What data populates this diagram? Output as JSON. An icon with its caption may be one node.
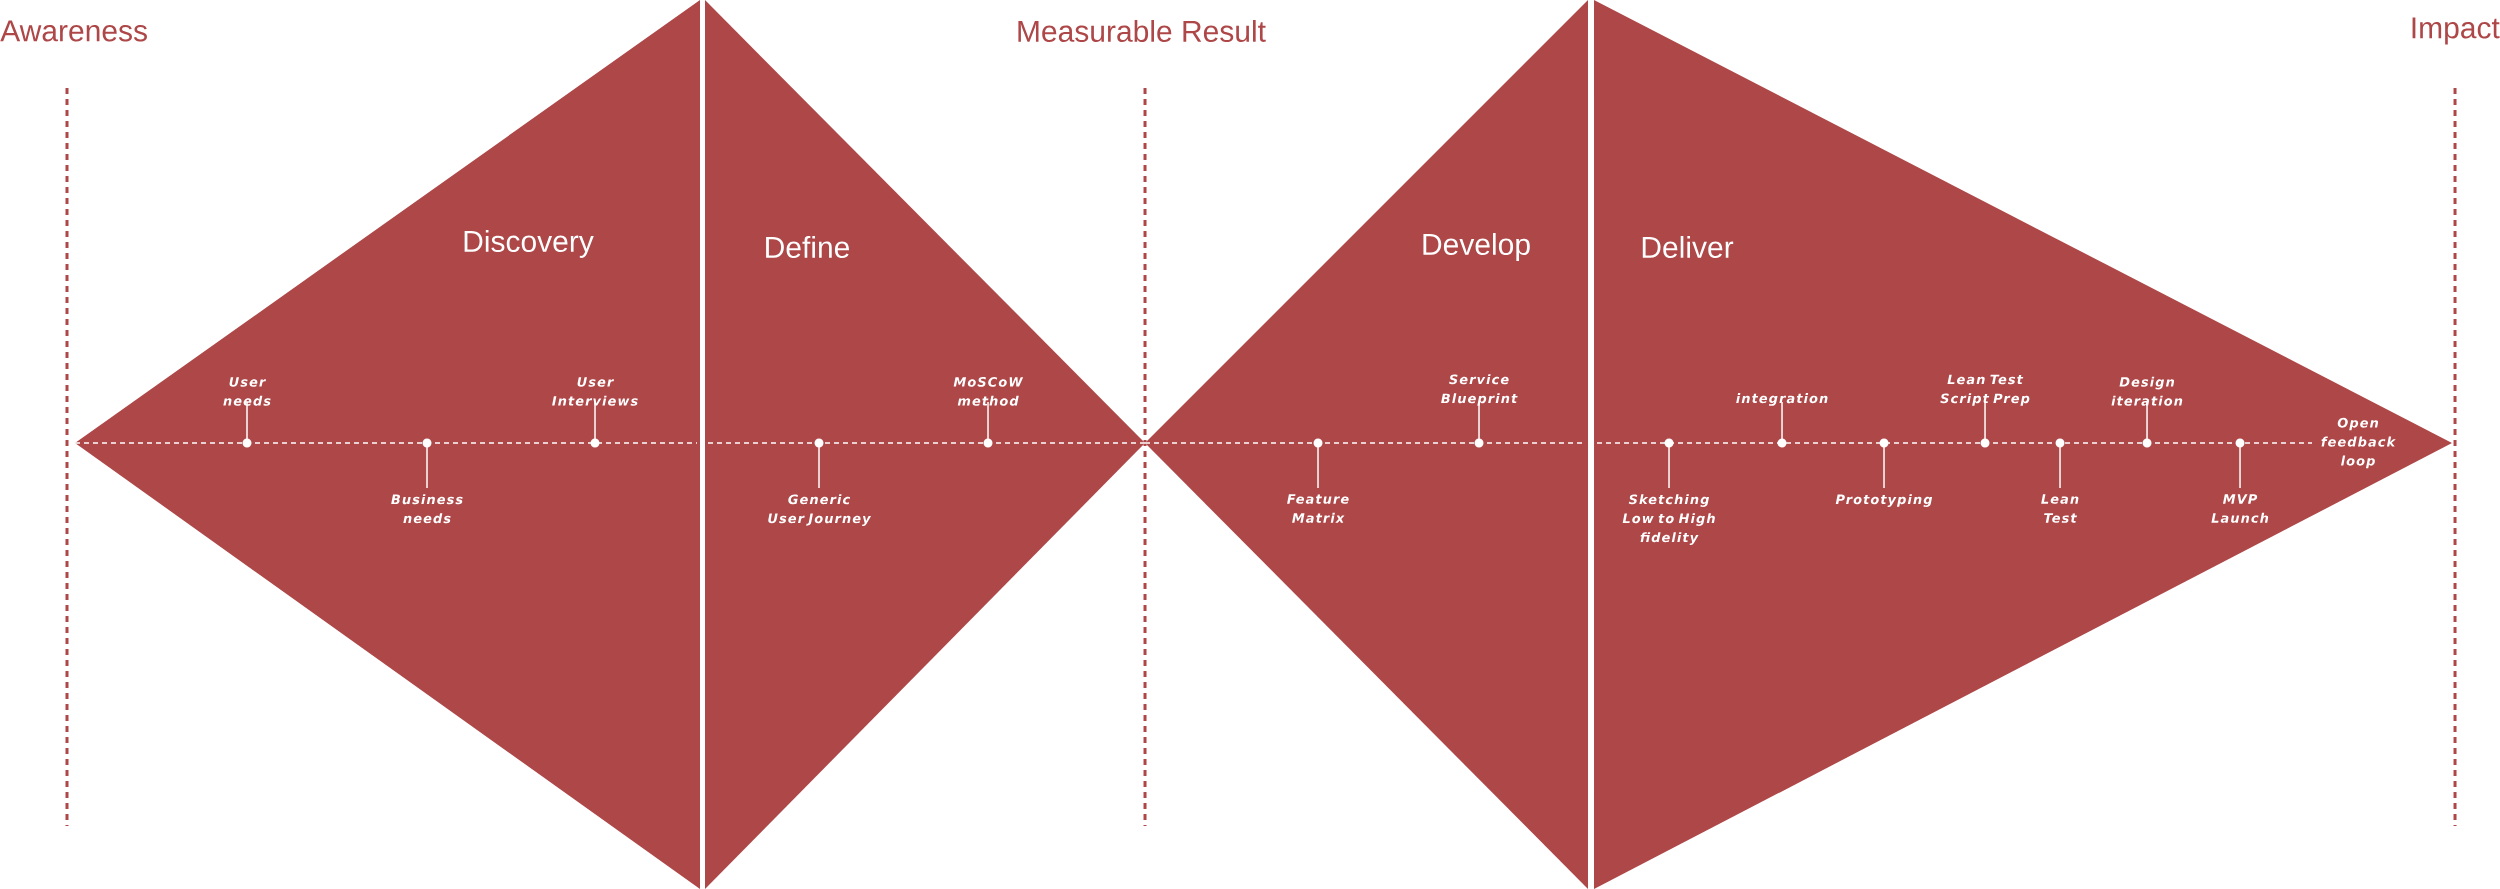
{
  "diagram": {
    "nodes": [
      {
        "text": [
          "Discovery"
        ]
      },
      {
        "text": [
          "Define"
        ]
      },
      {
        "text": [
          "Develop"
        ]
      },
      {
        "text": [
          "Deliver"
        ]
      }
    ],
    "labels": [
      "Awareness",
      "Measurable Result",
      "Impact",
      "User needs",
      "Business needs",
      "User Interviews",
      "Generic User Journey",
      "MoSCoW method",
      "Feature Matrix",
      "Service Blueprint",
      "Sketching Low to High fidelity",
      "integration",
      "Prototyping",
      "Lean Test Script Prep",
      "Lean Test",
      "Design iteration",
      "MVP Launch",
      "Open feedback loop"
    ]
  }
}
